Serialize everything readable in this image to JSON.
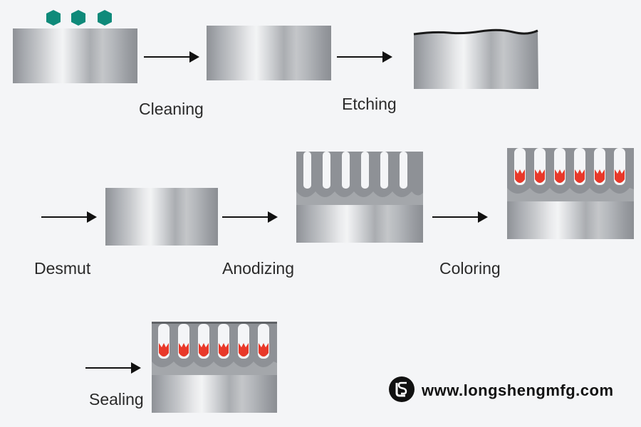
{
  "steps": {
    "cleaning": "Cleaning",
    "etching": "Etching",
    "desmut": "Desmut",
    "anodizing": "Anodizing",
    "coloring": "Coloring",
    "sealing": "Sealing"
  },
  "website": "www.longshengmfg.com",
  "colors": {
    "contaminant": "#0f8a7a",
    "dye": "#e8392a"
  }
}
